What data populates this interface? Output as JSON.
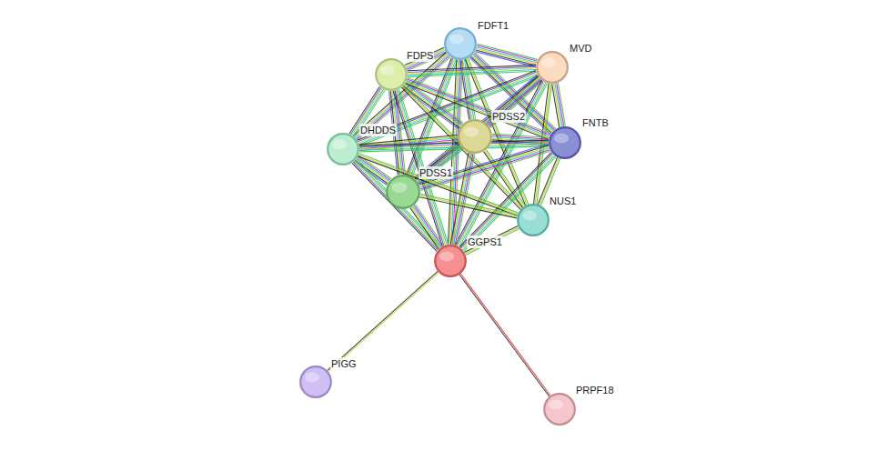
{
  "diagram": {
    "nodes": [
      {
        "text": [
          "FDFT1"
        ]
      },
      {
        "text": [
          "MVD"
        ]
      },
      {
        "text": [
          "FDPS"
        ]
      },
      {
        "text": [
          "PDSS2"
        ]
      },
      {
        "text": [
          "FNTB"
        ]
      },
      {
        "text": [
          "DHDDS"
        ]
      },
      {
        "text": [
          "PDSS1"
        ]
      },
      {
        "text": [
          "NUS1"
        ]
      },
      {
        "text": [
          "GGPS1"
        ]
      },
      {
        "text": [
          "PIGG"
        ]
      },
      {
        "text": [
          "PRPF18"
        ]
      }
    ],
    "edges": [
      {
        "from": 0,
        "to": 1,
        "arrow": "none"
      },
      {
        "from": 0,
        "to": 2,
        "arrow": "none"
      },
      {
        "from": 0,
        "to": 3,
        "arrow": "none"
      },
      {
        "from": 0,
        "to": 4,
        "arrow": "none"
      },
      {
        "from": 0,
        "to": 5,
        "arrow": "none"
      },
      {
        "from": 0,
        "to": 6,
        "arrow": "none"
      },
      {
        "from": 0,
        "to": 7,
        "arrow": "none"
      },
      {
        "from": 0,
        "to": 8,
        "arrow": "none"
      },
      {
        "from": 1,
        "to": 2,
        "arrow": "none"
      },
      {
        "from": 1,
        "to": 3,
        "arrow": "none"
      },
      {
        "from": 1,
        "to": 4,
        "arrow": "none"
      },
      {
        "from": 1,
        "to": 5,
        "arrow": "none"
      },
      {
        "from": 1,
        "to": 6,
        "arrow": "none"
      },
      {
        "from": 1,
        "to": 7,
        "arrow": "none"
      },
      {
        "from": 1,
        "to": 8,
        "arrow": "none"
      },
      {
        "from": 2,
        "to": 3,
        "arrow": "none"
      },
      {
        "from": 2,
        "to": 4,
        "arrow": "none"
      },
      {
        "from": 2,
        "to": 5,
        "arrow": "none"
      },
      {
        "from": 2,
        "to": 6,
        "arrow": "none"
      },
      {
        "from": 2,
        "to": 7,
        "arrow": "none"
      },
      {
        "from": 2,
        "to": 8,
        "arrow": "none"
      },
      {
        "from": 3,
        "to": 4,
        "arrow": "none"
      },
      {
        "from": 3,
        "to": 5,
        "arrow": "none"
      },
      {
        "from": 3,
        "to": 6,
        "arrow": "none"
      },
      {
        "from": 3,
        "to": 7,
        "arrow": "none"
      },
      {
        "from": 3,
        "to": 8,
        "arrow": "none"
      },
      {
        "from": 4,
        "to": 5,
        "arrow": "none"
      },
      {
        "from": 4,
        "to": 6,
        "arrow": "none"
      },
      {
        "from": 4,
        "to": 7,
        "arrow": "none"
      },
      {
        "from": 4,
        "to": 8,
        "arrow": "none"
      },
      {
        "from": 5,
        "to": 6,
        "arrow": "none"
      },
      {
        "from": 5,
        "to": 7,
        "arrow": "none"
      },
      {
        "from": 5,
        "to": 8,
        "arrow": "none"
      },
      {
        "from": 6,
        "to": 7,
        "arrow": "none"
      },
      {
        "from": 6,
        "to": 8,
        "arrow": "none"
      },
      {
        "from": 7,
        "to": 8,
        "arrow": "none"
      },
      {
        "from": 8,
        "to": 9,
        "arrow": "none"
      },
      {
        "from": 8,
        "to": 10,
        "arrow": "none"
      }
    ]
  }
}
